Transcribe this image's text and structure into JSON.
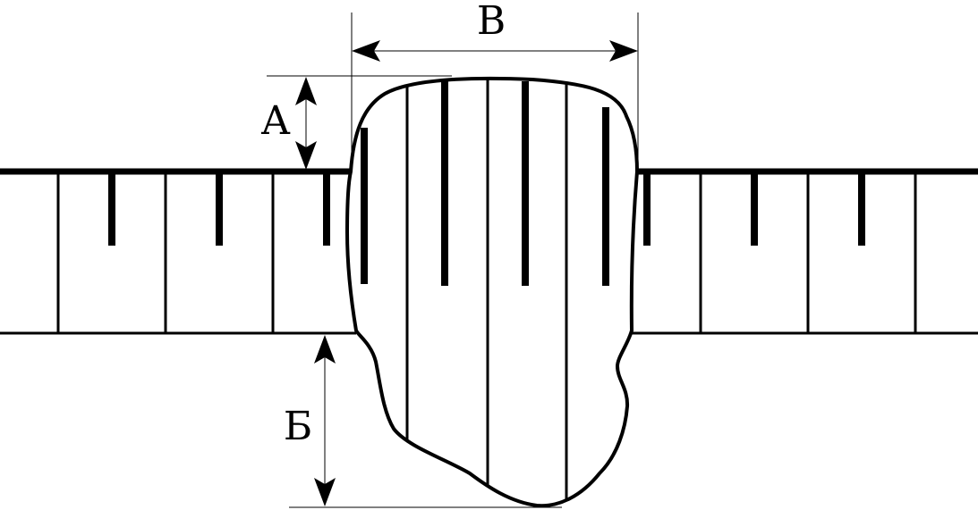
{
  "labels": {
    "a": "А",
    "b": "Б",
    "v": "В"
  }
}
